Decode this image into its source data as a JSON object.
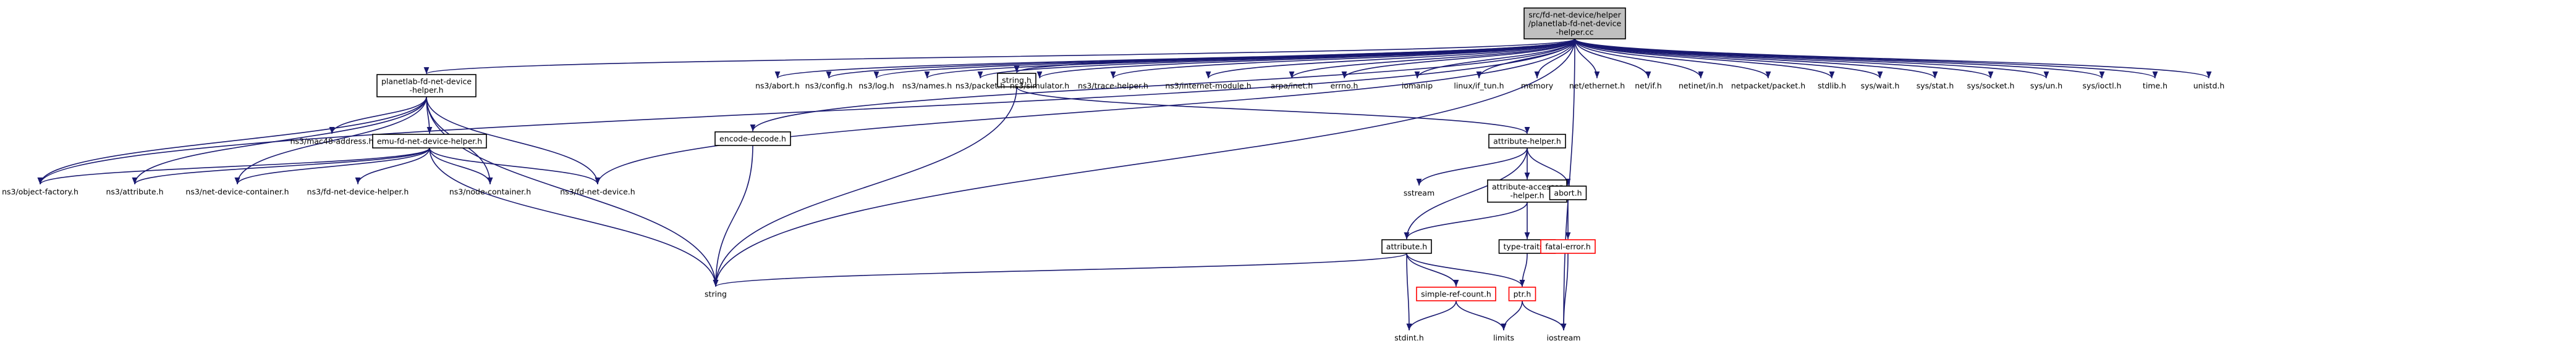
{
  "graph": {
    "title": "Include dependency graph for planetlab-tap-fd-net-device-helper.cc",
    "colors": {
      "edge": "#191970",
      "box_border": "#000000",
      "box_border_missing": "#ff0000",
      "root_fill": "#bfbfbf",
      "node_fill": "#ffffff"
    },
    "nodes": [
      {
        "id": "root",
        "lines": [
          "src/fd-net-device/helper",
          "/planetlab-fd-net-device",
          "-helper.cc"
        ],
        "kind": "root"
      },
      {
        "id": "pl_helper_h",
        "lines": [
          "planetlab-fd-net-device",
          "-helper.h"
        ],
        "kind": "normal"
      },
      {
        "id": "emu_helper_h",
        "lines": [
          "emu-fd-net-device-helper.h"
        ],
        "kind": "normal"
      },
      {
        "id": "encode_decode",
        "lines": [
          "encode-decode.h"
        ],
        "kind": "normal"
      },
      {
        "id": "string_h",
        "lines": [
          "string.h"
        ],
        "kind": "normal"
      },
      {
        "id": "attribute_helper",
        "lines": [
          "attribute-helper.h"
        ],
        "kind": "normal"
      },
      {
        "id": "attr_accessor",
        "lines": [
          "attribute-accessor",
          "-helper.h"
        ],
        "kind": "normal"
      },
      {
        "id": "abort_h",
        "lines": [
          "abort.h"
        ],
        "kind": "normal"
      },
      {
        "id": "attribute_h",
        "lines": [
          "attribute.h"
        ],
        "kind": "normal"
      },
      {
        "id": "type_traits",
        "lines": [
          "type-traits.h"
        ],
        "kind": "normal"
      },
      {
        "id": "fatal_error",
        "lines": [
          "fatal-error.h"
        ],
        "kind": "missing"
      },
      {
        "id": "simple_ref",
        "lines": [
          "simple-ref-count.h"
        ],
        "kind": "missing"
      },
      {
        "id": "ptr_h",
        "lines": [
          "ptr.h"
        ],
        "kind": "missing"
      },
      {
        "id": "ns3_object_factory",
        "lines": [
          "ns3/object-factory.h"
        ],
        "kind": "plain"
      },
      {
        "id": "ns3_attribute",
        "lines": [
          "ns3/attribute.h"
        ],
        "kind": "plain"
      },
      {
        "id": "ns3_net_device_container",
        "lines": [
          "ns3/net-device-container.h"
        ],
        "kind": "plain"
      },
      {
        "id": "ns3_fd_net_device_helper",
        "lines": [
          "ns3/fd-net-device-helper.h"
        ],
        "kind": "plain"
      },
      {
        "id": "ns3_node_container",
        "lines": [
          "ns3/node-container.h"
        ],
        "kind": "plain"
      },
      {
        "id": "ns3_fd_net_device",
        "lines": [
          "ns3/fd-net-device.h"
        ],
        "kind": "plain"
      },
      {
        "id": "ns3_mac48",
        "lines": [
          "ns3/mac48-address.h"
        ],
        "kind": "plain"
      },
      {
        "id": "string",
        "lines": [
          "string"
        ],
        "kind": "plain"
      },
      {
        "id": "ns3_abort",
        "lines": [
          "ns3/abort.h"
        ],
        "kind": "plain"
      },
      {
        "id": "ns3_config",
        "lines": [
          "ns3/config.h"
        ],
        "kind": "plain"
      },
      {
        "id": "ns3_log",
        "lines": [
          "ns3/log.h"
        ],
        "kind": "plain"
      },
      {
        "id": "ns3_names",
        "lines": [
          "ns3/names.h"
        ],
        "kind": "plain"
      },
      {
        "id": "ns3_packet",
        "lines": [
          "ns3/packet.h"
        ],
        "kind": "plain"
      },
      {
        "id": "ns3_simulator",
        "lines": [
          "ns3/simulator.h"
        ],
        "kind": "plain"
      },
      {
        "id": "ns3_trace_helper",
        "lines": [
          "ns3/trace-helper.h"
        ],
        "kind": "plain"
      },
      {
        "id": "ns3_internet_module",
        "lines": [
          "ns3/internet-module.h"
        ],
        "kind": "plain"
      },
      {
        "id": "arpa_inet",
        "lines": [
          "arpa/inet.h"
        ],
        "kind": "plain"
      },
      {
        "id": "errno_h",
        "lines": [
          "errno.h"
        ],
        "kind": "plain"
      },
      {
        "id": "iomanip",
        "lines": [
          "iomanip"
        ],
        "kind": "plain"
      },
      {
        "id": "linux_if_tun",
        "lines": [
          "linux/if_tun.h"
        ],
        "kind": "plain"
      },
      {
        "id": "memory",
        "lines": [
          "memory"
        ],
        "kind": "plain"
      },
      {
        "id": "net_ethernet",
        "lines": [
          "net/ethernet.h"
        ],
        "kind": "plain"
      },
      {
        "id": "net_if",
        "lines": [
          "net/if.h"
        ],
        "kind": "plain"
      },
      {
        "id": "netinet_in",
        "lines": [
          "netinet/in.h"
        ],
        "kind": "plain"
      },
      {
        "id": "netpacket",
        "lines": [
          "netpacket/packet.h"
        ],
        "kind": "plain"
      },
      {
        "id": "stdlib_h",
        "lines": [
          "stdlib.h"
        ],
        "kind": "plain"
      },
      {
        "id": "sys_wait",
        "lines": [
          "sys/wait.h"
        ],
        "kind": "plain"
      },
      {
        "id": "sys_stat",
        "lines": [
          "sys/stat.h"
        ],
        "kind": "plain"
      },
      {
        "id": "sys_socket",
        "lines": [
          "sys/socket.h"
        ],
        "kind": "plain"
      },
      {
        "id": "sys_un",
        "lines": [
          "sys/un.h"
        ],
        "kind": "plain"
      },
      {
        "id": "sys_ioctl",
        "lines": [
          "sys/ioctl.h"
        ],
        "kind": "plain"
      },
      {
        "id": "time_h",
        "lines": [
          "time.h"
        ],
        "kind": "plain"
      },
      {
        "id": "unistd_h",
        "lines": [
          "unistd.h"
        ],
        "kind": "plain"
      },
      {
        "id": "sstream",
        "lines": [
          "sstream"
        ],
        "kind": "plain"
      },
      {
        "id": "stdint_h",
        "lines": [
          "stdint.h"
        ],
        "kind": "plain"
      },
      {
        "id": "limits",
        "lines": [
          "limits"
        ],
        "kind": "plain"
      },
      {
        "id": "iostream",
        "lines": [
          "iostream"
        ],
        "kind": "plain"
      }
    ],
    "edges": [
      [
        "root",
        "pl_helper_h"
      ],
      [
        "root",
        "ns3_abort"
      ],
      [
        "root",
        "ns3_config"
      ],
      [
        "root",
        "ns3_log"
      ],
      [
        "root",
        "ns3_names"
      ],
      [
        "root",
        "ns3_packet"
      ],
      [
        "root",
        "ns3_simulator"
      ],
      [
        "root",
        "ns3_trace_helper"
      ],
      [
        "root",
        "ns3_internet_module"
      ],
      [
        "root",
        "arpa_inet"
      ],
      [
        "root",
        "errno_h"
      ],
      [
        "root",
        "string_h"
      ],
      [
        "root",
        "iomanip"
      ],
      [
        "root",
        "linux_if_tun"
      ],
      [
        "root",
        "memory"
      ],
      [
        "root",
        "net_ethernet"
      ],
      [
        "root",
        "net_if"
      ],
      [
        "root",
        "netinet_in"
      ],
      [
        "root",
        "netpacket"
      ],
      [
        "root",
        "stdlib_h"
      ],
      [
        "root",
        "sys_wait"
      ],
      [
        "root",
        "sys_stat"
      ],
      [
        "root",
        "sys_socket"
      ],
      [
        "root",
        "sys_un"
      ],
      [
        "root",
        "sys_ioctl"
      ],
      [
        "root",
        "time_h"
      ],
      [
        "root",
        "unistd_h"
      ],
      [
        "root",
        "encode_decode"
      ],
      [
        "root",
        "ns3_object_factory"
      ],
      [
        "root",
        "ns3_fd_net_device"
      ],
      [
        "root",
        "string"
      ],
      [
        "root",
        "iostream"
      ],
      [
        "pl_helper_h",
        "emu_helper_h"
      ],
      [
        "pl_helper_h",
        "ns3_mac48"
      ],
      [
        "pl_helper_h",
        "ns3_object_factory"
      ],
      [
        "pl_helper_h",
        "ns3_attribute"
      ],
      [
        "pl_helper_h",
        "ns3_net_device_container"
      ],
      [
        "pl_helper_h",
        "ns3_node_container"
      ],
      [
        "pl_helper_h",
        "ns3_fd_net_device"
      ],
      [
        "pl_helper_h",
        "string"
      ],
      [
        "emu_helper_h",
        "ns3_object_factory"
      ],
      [
        "emu_helper_h",
        "ns3_attribute"
      ],
      [
        "emu_helper_h",
        "ns3_net_device_container"
      ],
      [
        "emu_helper_h",
        "ns3_fd_net_device_helper"
      ],
      [
        "emu_helper_h",
        "ns3_node_container"
      ],
      [
        "emu_helper_h",
        "ns3_fd_net_device"
      ],
      [
        "emu_helper_h",
        "string"
      ],
      [
        "encode_decode",
        "string"
      ],
      [
        "string_h",
        "attribute_helper"
      ],
      [
        "string_h",
        "string"
      ],
      [
        "attribute_helper",
        "attribute_h"
      ],
      [
        "attribute_helper",
        "sstream"
      ],
      [
        "attribute_helper",
        "attr_accessor"
      ],
      [
        "attribute_helper",
        "abort_h"
      ],
      [
        "attr_accessor",
        "attribute_h"
      ],
      [
        "attr_accessor",
        "type_traits"
      ],
      [
        "abort_h",
        "fatal_error"
      ],
      [
        "fatal_error",
        "iostream"
      ],
      [
        "type_traits",
        "ptr_h"
      ],
      [
        "attribute_h",
        "string"
      ],
      [
        "attribute_h",
        "simple_ref"
      ],
      [
        "attribute_h",
        "ptr_h"
      ],
      [
        "attribute_h",
        "stdint_h"
      ],
      [
        "simple_ref",
        "stdint_h"
      ],
      [
        "simple_ref",
        "limits"
      ],
      [
        "ptr_h",
        "limits"
      ],
      [
        "ptr_h",
        "iostream"
      ]
    ]
  }
}
